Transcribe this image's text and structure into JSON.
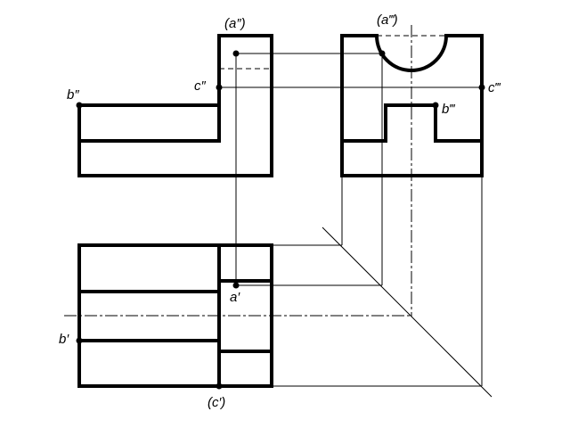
{
  "labels": {
    "a_pp": "(a″)",
    "a_ppp": "(a‴)",
    "c_pp": "c″",
    "c_ppp": "c‴",
    "b_pp": "b″",
    "b_ppp": "b‴",
    "a_p": "a′",
    "b_p": "b′",
    "c_p": "(c′)"
  },
  "colors": {
    "ink": "#000000",
    "background": "#ffffff"
  }
}
